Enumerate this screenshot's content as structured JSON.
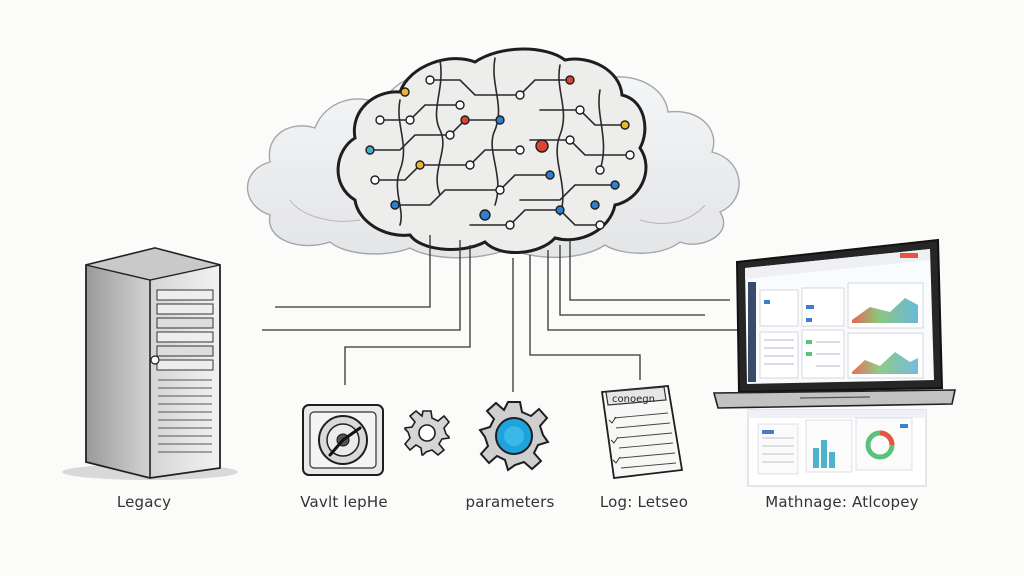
{
  "diagram": {
    "labels": {
      "legacy": "Legacy",
      "vault": "Vavlt lepHe",
      "parameters": "parameters",
      "log": "Log: Letseo",
      "management": "Mathnage: Atlcopey"
    },
    "clipboard_heading": "conoegn",
    "colors": {
      "blue": "#2f7fd0",
      "red": "#d8462f",
      "yellow": "#e8b830",
      "teal": "#43b0c8",
      "gear_center": "#1fa3dd",
      "laptop_accent": "#3a7fd0",
      "chart_red": "#e6553d",
      "chart_green": "#5cc27a"
    }
  }
}
